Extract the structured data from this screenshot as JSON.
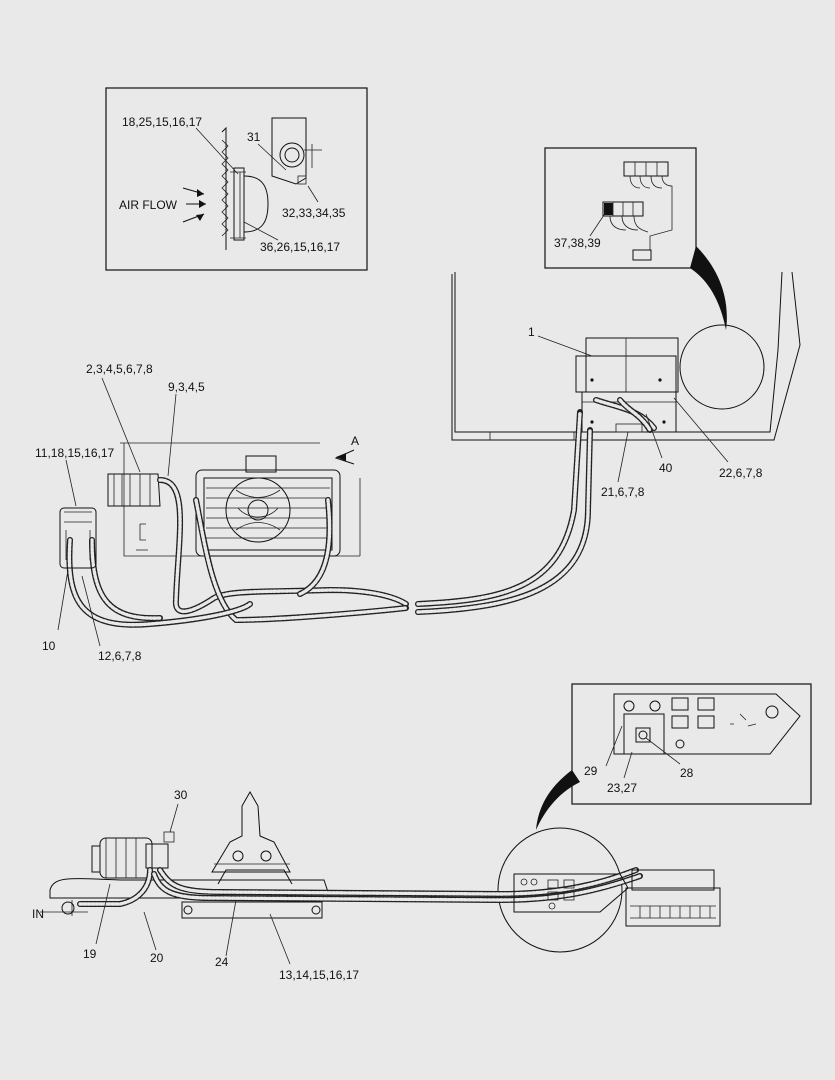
{
  "labels": {
    "inset_top_left": "18,25,15,16,17",
    "inset_31": "31",
    "air_flow": "AIR FLOW",
    "inset_32": "32,33,34,35",
    "inset_36": "36,26,15,16,17",
    "inset_37": "37,38,39",
    "part_1": "1",
    "part_40": "40",
    "part_22": "22,6,7,8",
    "part_21": "21,6,7,8",
    "part_2": "2,3,4,5,6,7,8",
    "part_9": "9,3,4,5",
    "part_11": "11,18,15,16,17",
    "view_a": "A",
    "part_10": "10",
    "part_12": "12,6,7,8",
    "part_29": "29",
    "part_28": "28",
    "part_23": "23,27",
    "part_30": "30",
    "in_label": "IN",
    "part_19": "19",
    "part_20": "20",
    "part_24": "24",
    "part_13": "13,14,15,16,17"
  }
}
